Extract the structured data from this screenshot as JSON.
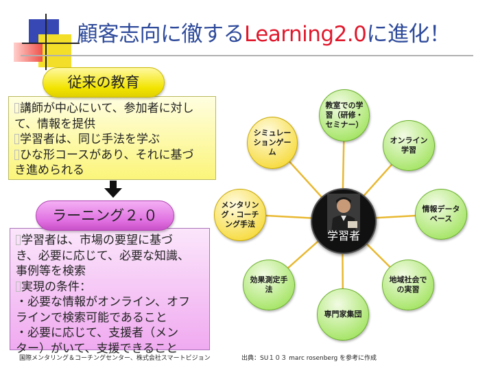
{
  "title": {
    "part1": "顧客志向に徹する",
    "part2": "Learning2.0",
    "part3": "に進化！"
  },
  "traditional": {
    "label": "従来の教育",
    "lines": [
      "講師が中心にいて、参加者に対し",
      "て、情報を提供",
      "学習者は、同じ手法を学ぶ",
      "ひな形コースがあり、それに基づ",
      "き進められる"
    ]
  },
  "learning2": {
    "label": "ラーニング２.０",
    "lines": [
      "学習者は、市場の要望に基づ",
      "き、必要に応じて、必要な知識、",
      "事例等を検索",
      "実現の条件：",
      "・必要な情報がオンライン、オフ",
      "ラインで検索可能であること",
      "・必要に応じて、支援者（メン",
      "ター）がいて、支援できること"
    ]
  },
  "mind_map": {
    "center": "学習者",
    "nodes": [
      "教室での学習（研修・セミナー）",
      "オンライン学習",
      "情報データベース",
      "地域社会での実習",
      "専門家集団",
      "効果測定手法",
      "メンタリング・コーチング手法",
      "シミュレーションゲーム"
    ]
  },
  "footer": {
    "left": "国際メンタリング＆コーチングセンター、株式会社スマートビジョン",
    "right": "出典：SU１０３ marc rosenberg を参考に作成"
  },
  "colors": {
    "title_blue": "#2e4a9a",
    "title_red": "#e0182c",
    "yellow": "#f2e400",
    "magenta": "#df6ee0",
    "node_green": "#a9e66c",
    "node_yellow": "#f7dd48"
  }
}
